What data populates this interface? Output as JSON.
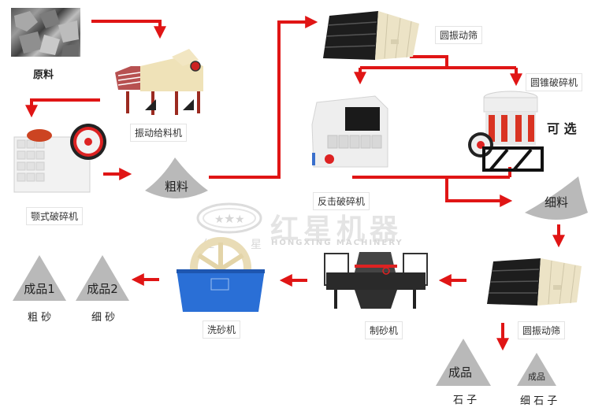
{
  "title": "Sand and gravel production line flow",
  "nodes": {
    "raw_material": {
      "label": "原料"
    },
    "vibrating_feeder": {
      "label": "振动给料机"
    },
    "jaw_crusher": {
      "label": "颚式破碎机"
    },
    "coarse_material": {
      "label": "粗料"
    },
    "circular_screen_top": {
      "label": "圆振动筛"
    },
    "impact_crusher": {
      "label": "反击破碎机"
    },
    "cone_crusher": {
      "label": "圆锥破碎机"
    },
    "optional_note": {
      "label": "可 选"
    },
    "fine_material": {
      "label": "细料"
    },
    "circular_screen_bottom": {
      "label": "圆振动筛"
    },
    "sand_maker": {
      "label": "制砂机"
    },
    "sand_washer": {
      "label": "洗砂机"
    },
    "product_1": {
      "label": "成品1",
      "caption": "粗 砂"
    },
    "product_2": {
      "label": "成品2",
      "caption": "细 砂"
    },
    "product_stone": {
      "label": "成品",
      "caption": "石 子"
    },
    "product_fine_stone": {
      "label": "成品",
      "caption": "细 石 子"
    }
  },
  "watermark": {
    "brand_cn": "红星机器",
    "brand_en": "HONGXING MACHINERY",
    "logo_left": "红",
    "logo_right": "星"
  },
  "colors": {
    "arrow": "#e01515",
    "pile": "#b9b9b9",
    "screen_body": "#ece3c6",
    "screen_deck": "#1c1c1c",
    "washer_blue": "#2a6fd6"
  }
}
